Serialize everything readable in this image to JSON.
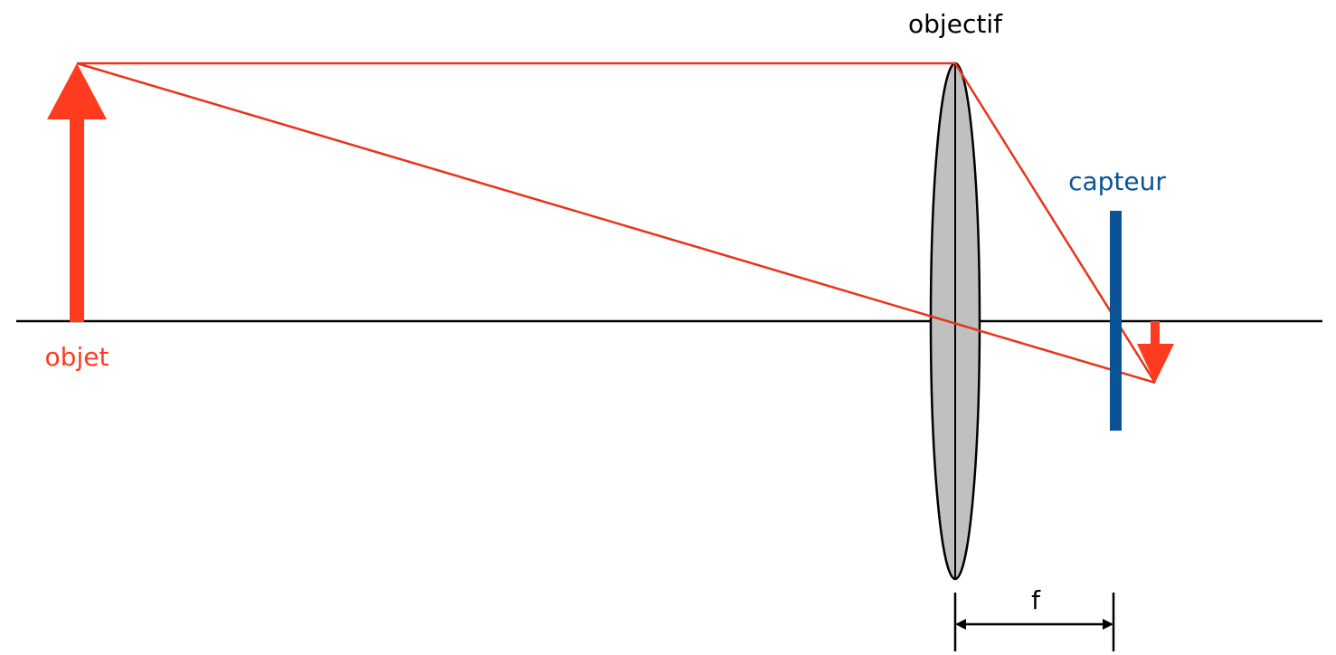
{
  "labels": {
    "objective": "objectif",
    "sensor": "capteur",
    "object": "objet",
    "focal": "f"
  },
  "colors": {
    "object": "#ff3b1f",
    "ray": "#e8341c",
    "sensor": "#0b5394",
    "lens_fill": "#c0c0c0",
    "axis": "#000000",
    "text": "#000000"
  }
}
